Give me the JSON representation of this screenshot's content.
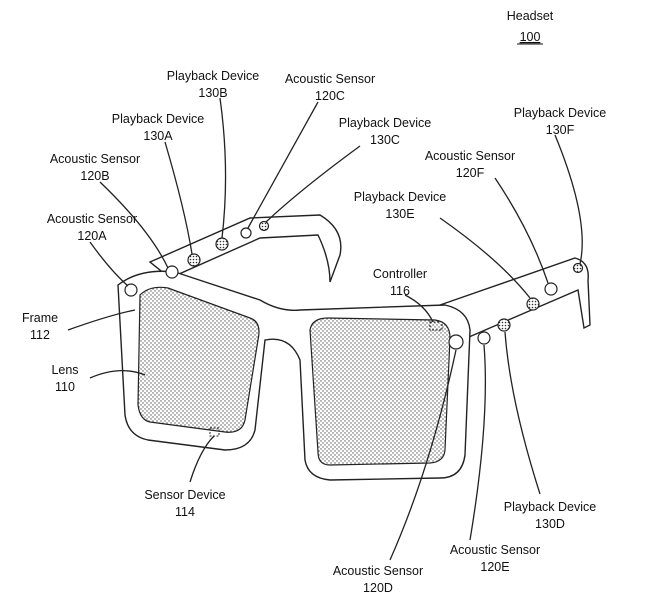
{
  "title": {
    "name": "Headset",
    "number": "100"
  },
  "labels": {
    "pb130b": [
      "Playback Device",
      "130B"
    ],
    "as120c": [
      "Acoustic Sensor",
      "120C"
    ],
    "pb130a": [
      "Playback Device",
      "130A"
    ],
    "pb130c": [
      "Playback Device",
      "130C"
    ],
    "pb130f": [
      "Playback Device",
      "130F"
    ],
    "as120b": [
      "Acoustic Sensor",
      "120B"
    ],
    "as120f": [
      "Acoustic Sensor",
      "120F"
    ],
    "pb130e": [
      "Playback Device",
      "130E"
    ],
    "as120a": [
      "Acoustic Sensor",
      "120A"
    ],
    "ctrl116": [
      "Controller",
      "116"
    ],
    "frame112": [
      "Frame",
      "112"
    ],
    "lens110": [
      "Lens",
      "110"
    ],
    "sd114": [
      "Sensor Device",
      "114"
    ],
    "pb130d": [
      "Playback Device",
      "130D"
    ],
    "as120e": [
      "Acoustic Sensor",
      "120E"
    ],
    "as120d": [
      "Acoustic Sensor",
      "120D"
    ]
  }
}
